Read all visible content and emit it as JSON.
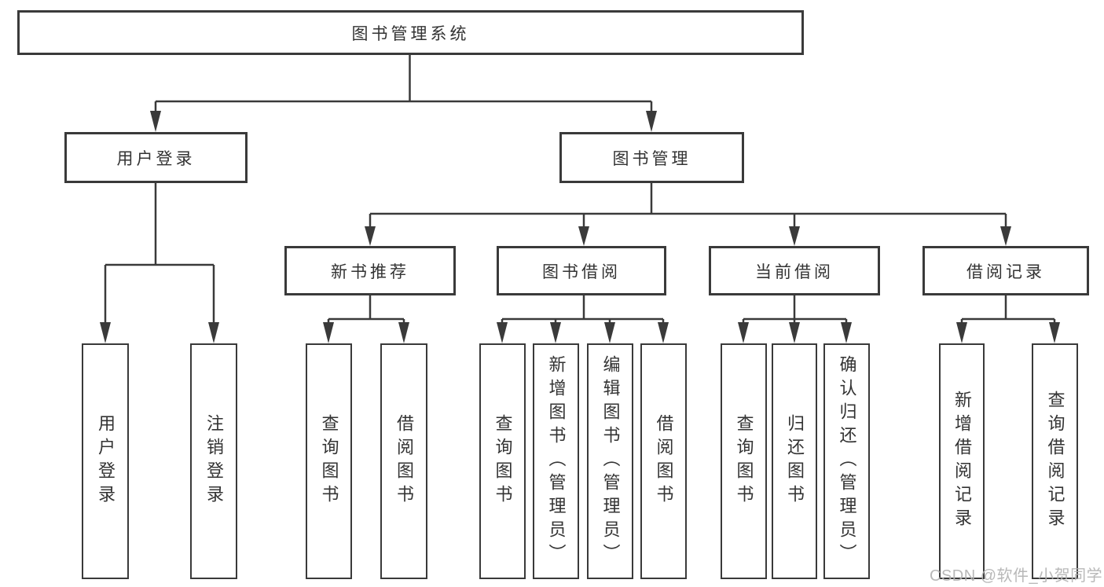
{
  "diagram": {
    "colors": {
      "line": "#3a3a3a",
      "text": "#333333",
      "background": "#ffffff",
      "watermark": "#b3b3b3"
    },
    "watermark": "CSDN @软件_小贺同学",
    "nodes": {
      "root": {
        "label": "图书管理系统"
      },
      "user_login": {
        "label": "用户登录"
      },
      "book_mgmt": {
        "label": "图书管理"
      },
      "new_book_rec": {
        "label": "新书推荐"
      },
      "book_borrow": {
        "label": "图书借阅"
      },
      "current_borrow": {
        "label": "当前借阅"
      },
      "borrow_records": {
        "label": "借阅记录"
      },
      "leaf_user_login": {
        "label": "用户登录"
      },
      "leaf_logout": {
        "label": "注销登录"
      },
      "leaf_rec_query_books": {
        "label": "查询图书"
      },
      "leaf_rec_borrow_books": {
        "label": "借阅图书"
      },
      "leaf_bb_query_books": {
        "label": "查询图书"
      },
      "leaf_bb_add_books": {
        "label": "新增图书（管理员）"
      },
      "leaf_bb_edit_books": {
        "label": "编辑图书（管理员）"
      },
      "leaf_bb_borrow_books": {
        "label": "借阅图书"
      },
      "leaf_cb_query_books": {
        "label": "查询图书"
      },
      "leaf_cb_return_books": {
        "label": "归还图书"
      },
      "leaf_cb_confirm_return": {
        "label": "确认归还（管理员）"
      },
      "leaf_br_add_record": {
        "label": "新增借阅记录"
      },
      "leaf_br_query_record": {
        "label": "查询借阅记录"
      }
    }
  }
}
